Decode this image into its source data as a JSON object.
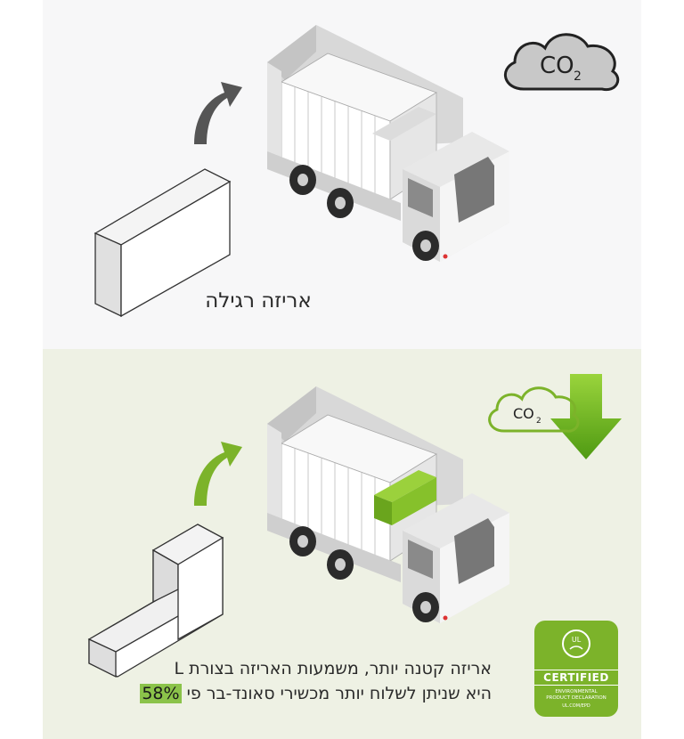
{
  "top": {
    "caption": "אריזה רגילה",
    "co2_label": "CO",
    "co2_sub": "2"
  },
  "bottom": {
    "co2_label": "CO",
    "co2_sub": "2",
    "caption_line1": "אריזה קטנה יותר, משמעות האריזה בצורת L",
    "caption_line2_prefix": "היא שניתן לשלוח יותר מכשירי סאונד-בר פי",
    "caption_highlight": "58%"
  },
  "badge": {
    "logo": "UL",
    "certified": "CERTIFIED",
    "line1": "ENVIRONMENTAL",
    "line2": "PRODUCT DECLARATION",
    "url": "UL.COM/EPD"
  },
  "colors": {
    "top_bg": "#f7f7f8",
    "bottom_bg": "#eef1e4",
    "accent_green": "#7cb32a",
    "highlight": "#8bc34a"
  },
  "icons": [
    "co2-cloud-icon",
    "co2-down-arrow-icon",
    "curved-arrow-icon",
    "truck-illustration",
    "box-illustration"
  ]
}
